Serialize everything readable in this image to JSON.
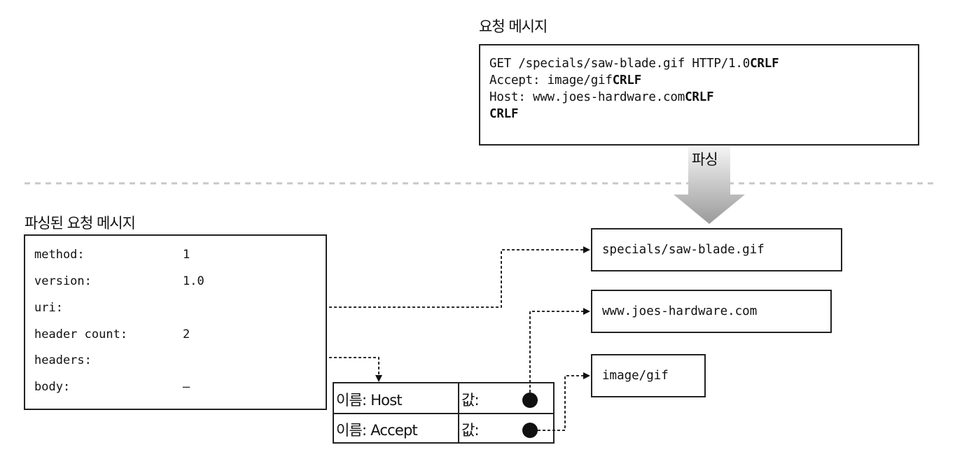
{
  "diagram": {
    "request_message": {
      "caption": "요청 메시지",
      "lines": [
        {
          "text": "GET /specials/saw-blade.gif HTTP/1.0",
          "terminator": "CRLF"
        },
        {
          "text": "Accept: image/gif",
          "terminator": "CRLF"
        },
        {
          "text": "Host: www.joes-hardware.com",
          "terminator": "CRLF"
        },
        {
          "text": "",
          "terminator": "CRLF"
        }
      ]
    },
    "parse_arrow": {
      "label": "파싱"
    },
    "parsed_message": {
      "caption": "파싱된 요청 메시지",
      "fields": [
        {
          "key": "method:",
          "value": "1",
          "pointer": false
        },
        {
          "key": "version:",
          "value": "1.0",
          "pointer": false
        },
        {
          "key": "uri:",
          "value": "",
          "pointer": true
        },
        {
          "key": "header count:",
          "value": "2",
          "pointer": false
        },
        {
          "key": "headers:",
          "value": "",
          "pointer": true
        },
        {
          "key": "body:",
          "value": "–",
          "pointer": false
        }
      ]
    },
    "headers_table": {
      "rows": [
        {
          "name_label": "이름: Host",
          "value_label": "값:"
        },
        {
          "name_label": "이름: Accept",
          "value_label": "값:"
        }
      ]
    },
    "targets": {
      "uri": "specials/saw-blade.gif",
      "host_value": "www.joes-hardware.com",
      "accept_value": "image/gif"
    },
    "colors": {
      "line": "#111111",
      "divider": "#c8c8c8",
      "arrow_top": "#f4f4f4",
      "arrow_bottom": "#9a9a9a"
    }
  }
}
